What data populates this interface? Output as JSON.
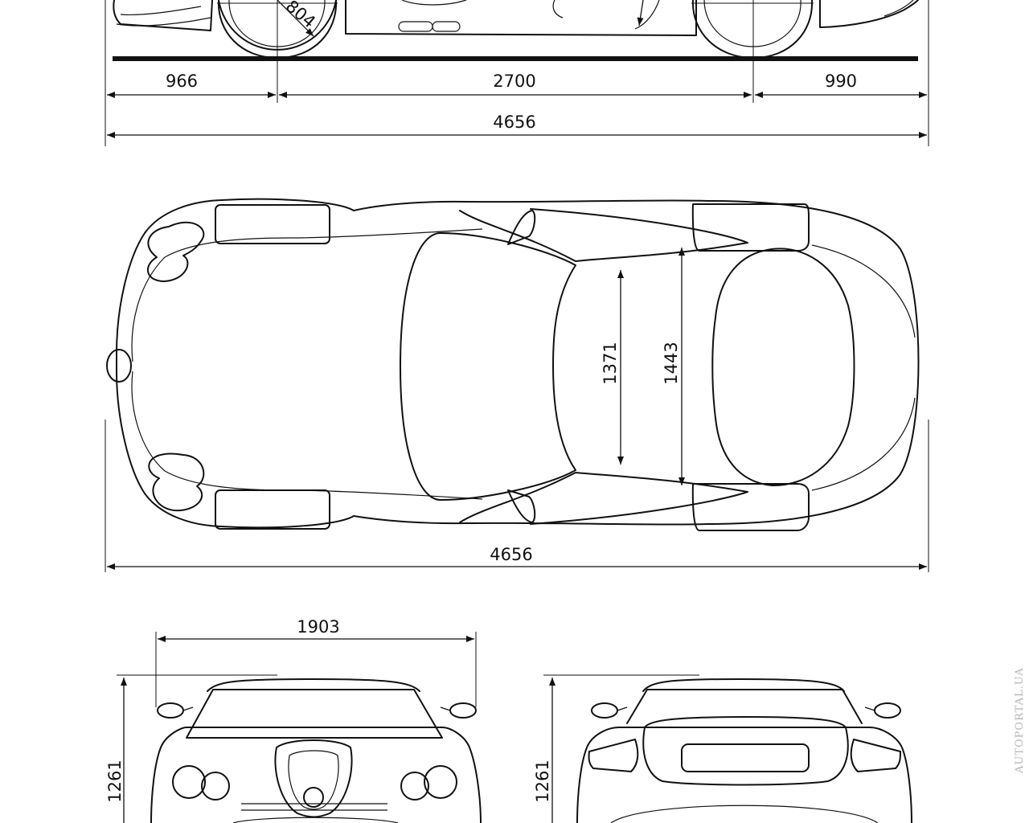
{
  "dimensions": {
    "front_overhang": "966",
    "wheelbase": "2700",
    "rear_overhang": "990",
    "length_side": "4656",
    "length_top": "4656",
    "wheel_diameter": "804",
    "rear_track": "1371",
    "front_track": "1443",
    "width": "1903",
    "height_front": "1261",
    "height_rear": "1261"
  },
  "watermark": "AUTOPORTAL.UA",
  "colors": {
    "line": "#111111",
    "background": "#ffffff",
    "watermark": "#b5b5b5"
  }
}
